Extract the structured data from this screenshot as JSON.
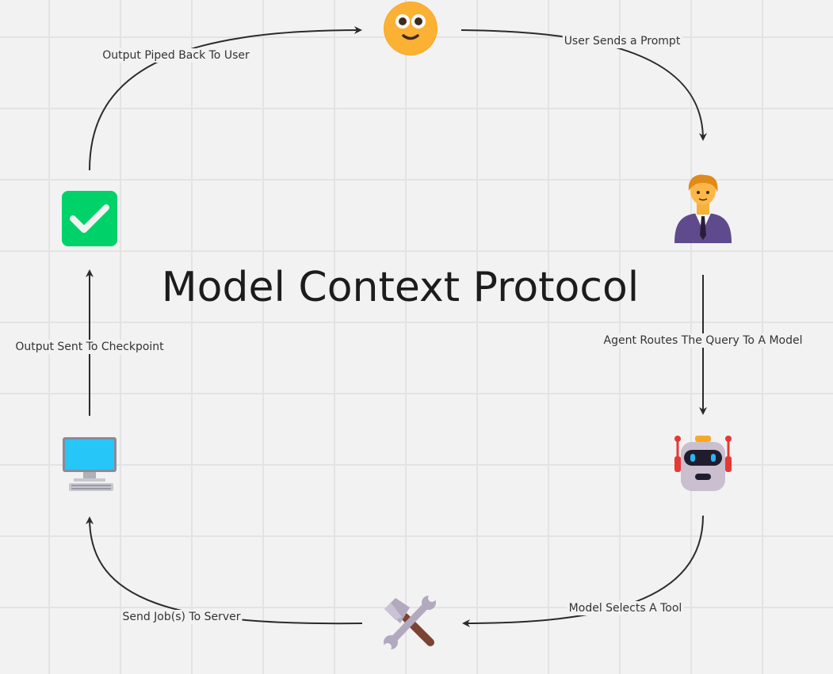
{
  "title": "Model Context Protocol",
  "nodes": [
    {
      "id": "user",
      "icon": "smiley-face-icon"
    },
    {
      "id": "agent",
      "icon": "businessman-icon"
    },
    {
      "id": "model",
      "icon": "robot-icon"
    },
    {
      "id": "tools",
      "icon": "hammer-and-wrench-icon"
    },
    {
      "id": "server",
      "icon": "desktop-computer-icon"
    },
    {
      "id": "checkpoint",
      "icon": "check-mark-icon"
    }
  ],
  "edges": [
    {
      "label": "User Sends a Prompt"
    },
    {
      "label": "Agent Routes The Query To A Model"
    },
    {
      "label": "Model Selects A Tool"
    },
    {
      "label": "Send Job(s) To Server"
    },
    {
      "label": "Output Sent To Checkpoint"
    },
    {
      "label": "Output Piped Back To User"
    }
  ]
}
